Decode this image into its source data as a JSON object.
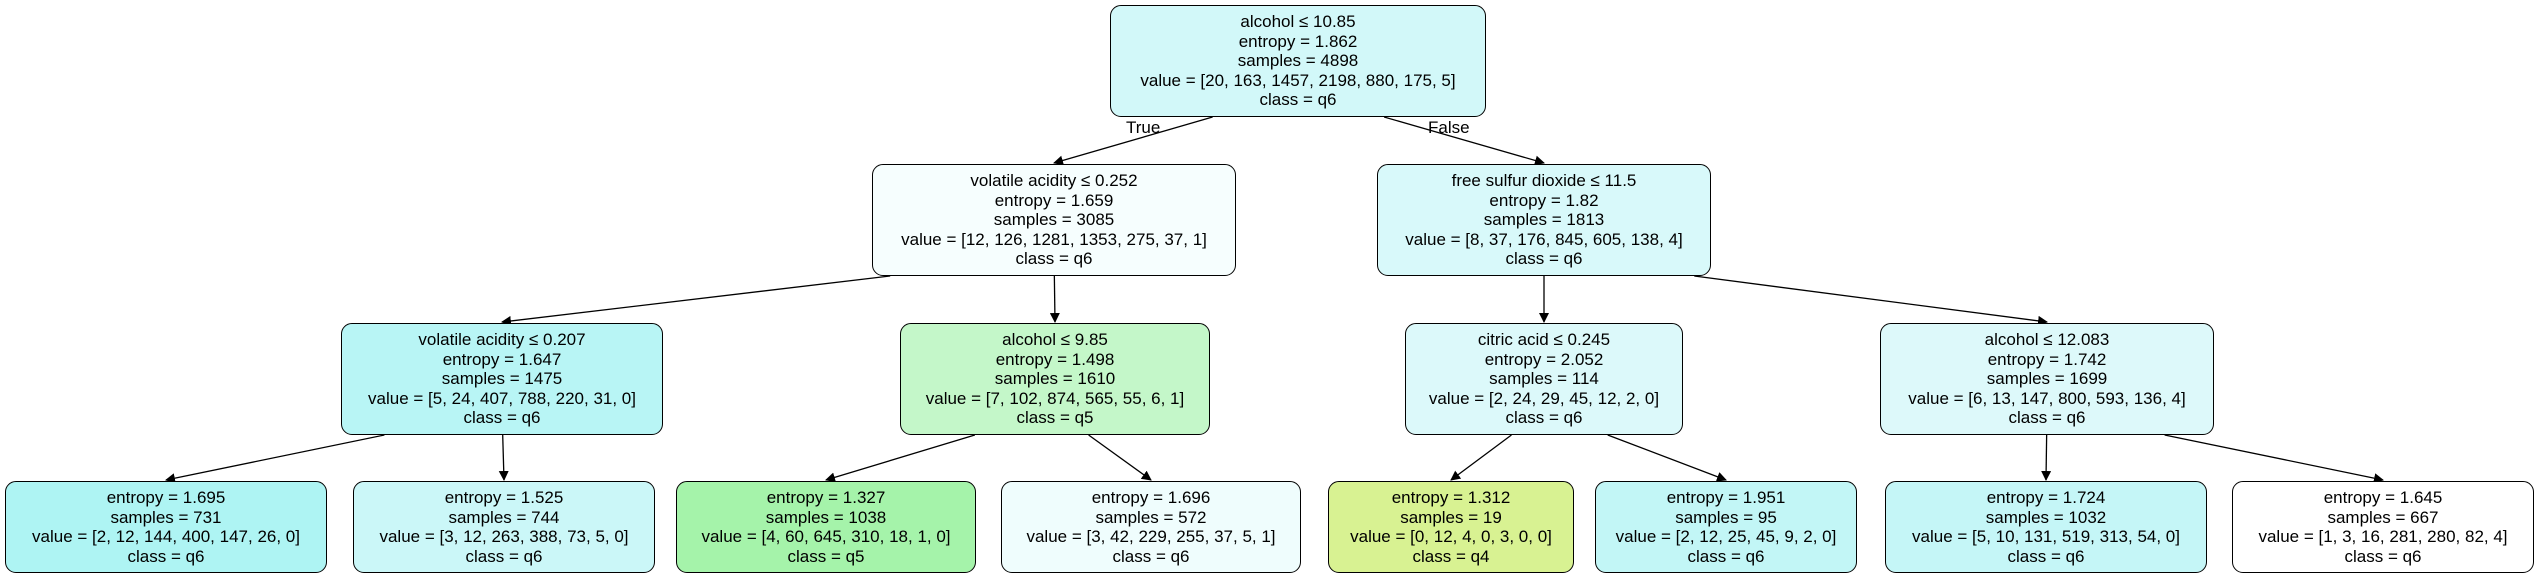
{
  "edge_labels": {
    "true_label": "True",
    "false_label": "False"
  },
  "nodes": [
    {
      "id": "n0",
      "lines": [
        "alcohol ≤ 10.85",
        "entropy = 1.862",
        "samples = 4898",
        "value = [20, 163, 1457, 2198, 880, 175, 5]",
        "class = q6"
      ],
      "fill": "#d2f8f9"
    },
    {
      "id": "n1",
      "lines": [
        "volatile acidity ≤ 0.252",
        "entropy = 1.659",
        "samples = 3085",
        "value = [12, 126, 1281, 1353, 275, 37, 1]",
        "class = q6"
      ],
      "fill": "#f6fefe"
    },
    {
      "id": "n2",
      "lines": [
        "free sulfur dioxide ≤ 11.5",
        "entropy = 1.82",
        "samples = 1813",
        "value = [8, 37, 176, 845, 605, 138, 4]",
        "class = q6"
      ],
      "fill": "#d8f9fa"
    },
    {
      "id": "n3",
      "lines": [
        "volatile acidity ≤ 0.207",
        "entropy = 1.647",
        "samples = 1475",
        "value = [5, 24, 407, 788, 220, 31, 0]",
        "class = q6"
      ],
      "fill": "#b8f5f5"
    },
    {
      "id": "n4",
      "lines": [
        "alcohol ≤ 9.85",
        "entropy = 1.498",
        "samples = 1610",
        "value = [7, 102, 874, 565, 55, 6, 1]",
        "class = q5"
      ],
      "fill": "#c4f7c9"
    },
    {
      "id": "n5",
      "lines": [
        "citric acid ≤ 0.245",
        "entropy = 2.052",
        "samples = 114",
        "value = [2, 24, 29, 45, 12, 2, 0]",
        "class = q6"
      ],
      "fill": "#dcf9fa"
    },
    {
      "id": "n6",
      "lines": [
        "alcohol ≤ 12.083",
        "entropy = 1.742",
        "samples = 1699",
        "value = [6, 13, 147, 800, 593, 136, 4]",
        "class = q6"
      ],
      "fill": "#ddf9fa"
    },
    {
      "id": "n7",
      "lines": [
        "entropy = 1.695",
        "samples = 731",
        "value = [2, 12, 144, 400, 147, 26, 0]",
        "class = q6"
      ],
      "fill": "#aef4f3"
    },
    {
      "id": "n8",
      "lines": [
        "entropy = 1.525",
        "samples = 744",
        "value = [3, 12, 263, 388, 73, 5, 0]",
        "class = q6"
      ],
      "fill": "#cbf7f8"
    },
    {
      "id": "n9",
      "lines": [
        "entropy = 1.327",
        "samples = 1038",
        "value = [4, 60, 645, 310, 18, 1, 0]",
        "class = q5"
      ],
      "fill": "#a5f3aa"
    },
    {
      "id": "n10",
      "lines": [
        "entropy = 1.696",
        "samples = 572",
        "value = [3, 42, 229, 255, 37, 5, 1]",
        "class = q6"
      ],
      "fill": "#effdfd"
    },
    {
      "id": "n11",
      "lines": [
        "entropy = 1.312",
        "samples = 19",
        "value = [0, 12, 4, 0, 3, 0, 0]",
        "class = q4"
      ],
      "fill": "#d8f292"
    },
    {
      "id": "n12",
      "lines": [
        "entropy = 1.951",
        "samples = 95",
        "value = [2, 12, 25, 45, 9, 2, 0]",
        "class = q6"
      ],
      "fill": "#c2f6f6"
    },
    {
      "id": "n13",
      "lines": [
        "entropy = 1.724",
        "samples = 1032",
        "value = [5, 10, 131, 519, 313, 54, 0]",
        "class = q6"
      ],
      "fill": "#c5f6f7"
    },
    {
      "id": "n14",
      "lines": [
        "entropy = 1.645",
        "samples = 667",
        "value = [1, 3, 16, 281, 280, 82, 4]",
        "class = q6"
      ],
      "fill": "#ffffff"
    }
  ],
  "edges": [
    {
      "from": "n0",
      "to": "n1",
      "label": "true_label"
    },
    {
      "from": "n0",
      "to": "n2",
      "label": "false_label"
    },
    {
      "from": "n1",
      "to": "n3"
    },
    {
      "from": "n1",
      "to": "n4"
    },
    {
      "from": "n2",
      "to": "n5"
    },
    {
      "from": "n2",
      "to": "n6"
    },
    {
      "from": "n3",
      "to": "n7"
    },
    {
      "from": "n3",
      "to": "n8"
    },
    {
      "from": "n4",
      "to": "n9"
    },
    {
      "from": "n4",
      "to": "n10"
    },
    {
      "from": "n5",
      "to": "n11"
    },
    {
      "from": "n5",
      "to": "n12"
    },
    {
      "from": "n6",
      "to": "n13"
    },
    {
      "from": "n6",
      "to": "n14"
    }
  ]
}
